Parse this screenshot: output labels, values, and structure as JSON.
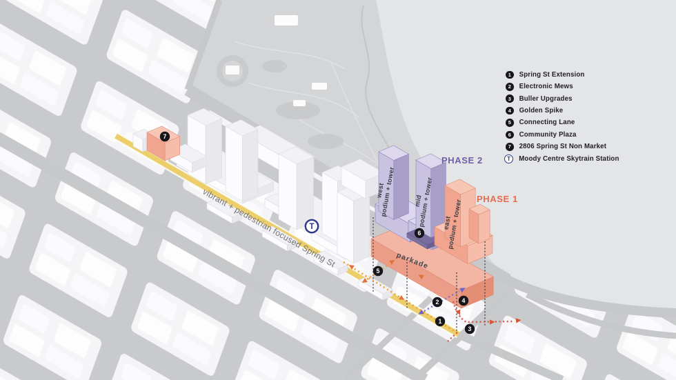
{
  "legend": {
    "items": [
      {
        "num": "1",
        "label": "Spring St Extension"
      },
      {
        "num": "2",
        "label": "Electronic Mews"
      },
      {
        "num": "3",
        "label": "Buller Upgrades"
      },
      {
        "num": "4",
        "label": "Golden Spike"
      },
      {
        "num": "5",
        "label": "Connecting Lane"
      },
      {
        "num": "6",
        "label": "Community Plaza"
      },
      {
        "num": "7",
        "label": "2806 Spring St Non Market"
      }
    ],
    "station": {
      "symbol": "T",
      "label": "Moody Centre Skytrain Station"
    }
  },
  "phase_labels": {
    "phase1": "PHASE 1",
    "phase2": "PHASE 2"
  },
  "street_label": "vibrant + pedestrian focused Spring St",
  "site_labels": {
    "west": {
      "name": "west",
      "type": "podium + tower"
    },
    "mid": {
      "name": "mid",
      "type": "podium + tower"
    },
    "east": {
      "name": "east",
      "type": "podium + tower"
    },
    "parkade": "parkade"
  },
  "map_markers": {
    "m1": "1",
    "m2": "2",
    "m3": "3",
    "m4": "4",
    "m5": "5",
    "m6": "6",
    "m7": "7",
    "station": "T"
  },
  "colors": {
    "phase1": "#e76a4e",
    "phase2": "#6c60a8",
    "site_purple": "#c9c2e0",
    "site_salmon": "#f2a58e",
    "spring_st_yellow": "#eccf6a",
    "path_orange": "#f0a23c",
    "path_purple": "#7e72cc",
    "path_red": "#d4574e",
    "marker_black": "#17171b",
    "station_navy": "#2b3a8c"
  }
}
